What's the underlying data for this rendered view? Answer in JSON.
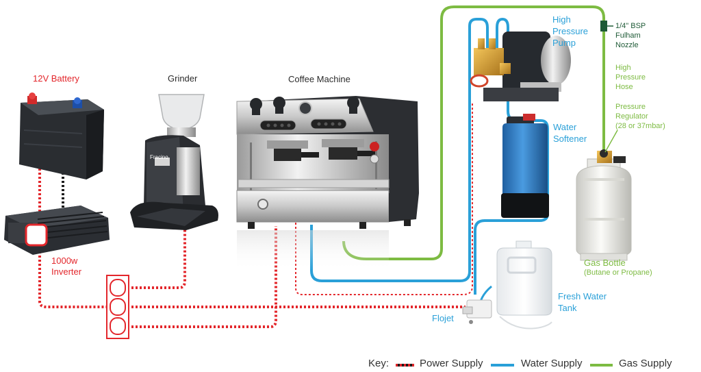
{
  "labels": {
    "battery": "12V Battery",
    "grinder": "Grinder",
    "coffee_machine": "Coffee Machine",
    "high_pressure_pump": [
      "High",
      "Pressure",
      "Pump"
    ],
    "nozzle": [
      "1/4\" BSP",
      "Fulham",
      "Nozzle"
    ],
    "high_pressure_hose": [
      "High",
      "Pressure",
      "Hose"
    ],
    "pressure_regulator": [
      "Pressure",
      "Regulator",
      "(28 or 37mbar)"
    ],
    "water_softener": [
      "Water",
      "Softener"
    ],
    "gas_bottle": "Gas Bottle",
    "gas_bottle_sub": "(Butane or Propane)",
    "fresh_water_tank": [
      "Fresh Water",
      "Tank"
    ],
    "flojet": "Flojet",
    "inverter": [
      "1000w",
      "Inverter"
    ],
    "grinder_brand": "Fracino"
  },
  "key": {
    "title": "Key:",
    "power": "Power Supply",
    "water": "Water Supply",
    "gas": "Gas Supply"
  },
  "colors": {
    "power_red": "#e3262b",
    "power_black": "#1c1c1c",
    "water_blue": "#2aa0d8",
    "gas_green": "#7dbb42",
    "nozzle_green": "#1e5a36"
  }
}
